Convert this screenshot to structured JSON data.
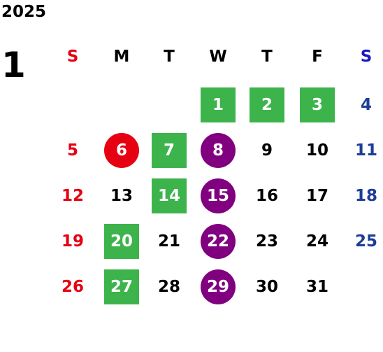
{
  "year": "2025",
  "month": "1",
  "colors": {
    "sunday": "#e60012",
    "saturday": "#1d3d96",
    "sunday_header": "#e60012",
    "saturday_header": "#1b17c4",
    "weekday": "#000000",
    "green_box": "#3cb44b",
    "red_circle": "#e60012",
    "purple_circle": "#800080",
    "marked_text": "#ffffff"
  },
  "weekdays": [
    "S",
    "M",
    "T",
    "W",
    "T",
    "F",
    "S"
  ],
  "weeks": [
    [
      null,
      null,
      null,
      {
        "d": "1",
        "mark": "green"
      },
      {
        "d": "2",
        "mark": "green"
      },
      {
        "d": "3",
        "mark": "green"
      },
      {
        "d": "4"
      }
    ],
    [
      {
        "d": "5"
      },
      {
        "d": "6",
        "mark": "red"
      },
      {
        "d": "7",
        "mark": "green"
      },
      {
        "d": "8",
        "mark": "purple"
      },
      {
        "d": "9"
      },
      {
        "d": "10"
      },
      {
        "d": "11"
      }
    ],
    [
      {
        "d": "12"
      },
      {
        "d": "13"
      },
      {
        "d": "14",
        "mark": "green"
      },
      {
        "d": "15",
        "mark": "purple"
      },
      {
        "d": "16"
      },
      {
        "d": "17"
      },
      {
        "d": "18"
      }
    ],
    [
      {
        "d": "19"
      },
      {
        "d": "20",
        "mark": "green"
      },
      {
        "d": "21"
      },
      {
        "d": "22",
        "mark": "purple"
      },
      {
        "d": "23"
      },
      {
        "d": "24"
      },
      {
        "d": "25"
      }
    ],
    [
      {
        "d": "26"
      },
      {
        "d": "27",
        "mark": "green"
      },
      {
        "d": "28"
      },
      {
        "d": "29",
        "mark": "purple"
      },
      {
        "d": "30"
      },
      {
        "d": "31"
      },
      null
    ]
  ]
}
